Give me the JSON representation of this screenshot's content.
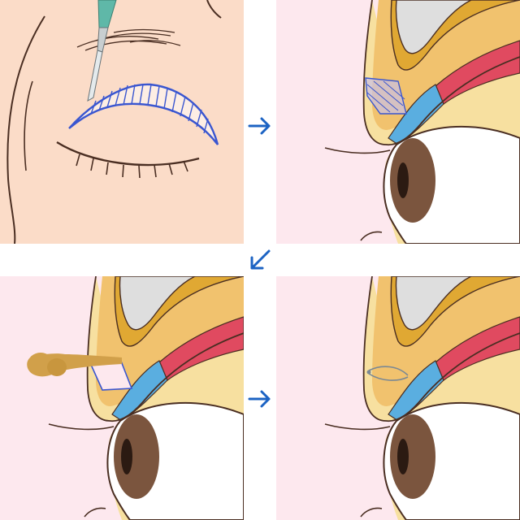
{
  "figure": {
    "panels": [
      {
        "id": "p1",
        "step": 1,
        "view": "front-eyebrow-incision"
      },
      {
        "id": "p2",
        "step": 2,
        "view": "cross-section-tissue-marked"
      },
      {
        "id": "p3",
        "step": 3,
        "view": "cross-section-tissue-removed"
      },
      {
        "id": "p4",
        "step": 4,
        "view": "cross-section-sutured"
      }
    ],
    "arrows": [
      {
        "from": 1,
        "to": 2,
        "icon": "arrow-right-icon"
      },
      {
        "from": 2,
        "to": 3,
        "icon": "arrow-down-left-icon"
      },
      {
        "from": 3,
        "to": 4,
        "icon": "arrow-right-icon"
      }
    ]
  },
  "colors": {
    "skin_front": "#fbdcc8",
    "skin_section_bg": "#fde8ee",
    "bone_gray": "#dedede",
    "fat_yellow": "#f0cf7e",
    "orbital_gold": "#e0a833",
    "muscle_red": "#e04a60",
    "muscle_blue": "#5aaee0",
    "incision_blue": "#3a56d0",
    "arrow_blue": "#1c63c3",
    "line_brown": "#4a2e22",
    "eye_brown": "#7b553e",
    "removed_tissue": "#d1a04a"
  }
}
